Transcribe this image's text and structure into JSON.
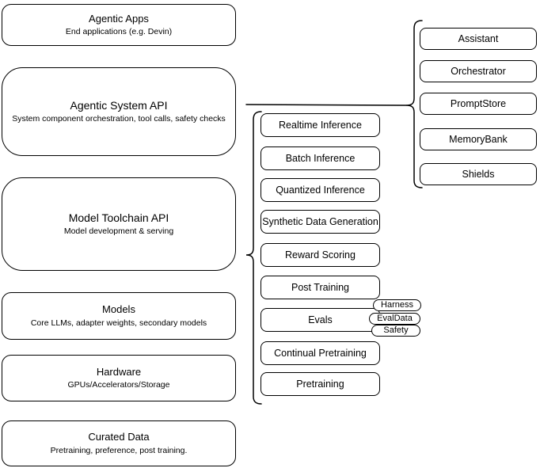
{
  "diagram": {
    "title": "Agentic system stack diagram",
    "colors": {
      "border": "#000000",
      "background": "#ffffff",
      "text": "#000000"
    },
    "left_column": [
      {
        "title": "Agentic Apps",
        "subtitle": "End applications (e.g. Devin)"
      },
      {
        "title": "Agentic System API",
        "subtitle": "System component orchestration, tool calls, safety checks"
      },
      {
        "title": "Model Toolchain API",
        "subtitle": "Model development & serving"
      },
      {
        "title": "Models",
        "subtitle": "Core LLMs, adapter weights, secondary models"
      },
      {
        "title": "Hardware",
        "subtitle": "GPUs/Accelerators/Storage"
      },
      {
        "title": "Curated Data",
        "subtitle": "Pretraining, preference, post training."
      }
    ],
    "middle_column": [
      "Realtime Inference",
      "Batch Inference",
      "Quantized Inference",
      "Synthetic Data Generation",
      "Reward Scoring",
      "Post Training",
      "Evals",
      "Continual Pretraining",
      "Pretraining"
    ],
    "evals_pills": [
      "Harness",
      "EvalData",
      "Safety"
    ],
    "right_column": [
      "Assistant",
      "Orchestrator",
      "PromptStore",
      "MemoryBank",
      "Shields"
    ]
  }
}
